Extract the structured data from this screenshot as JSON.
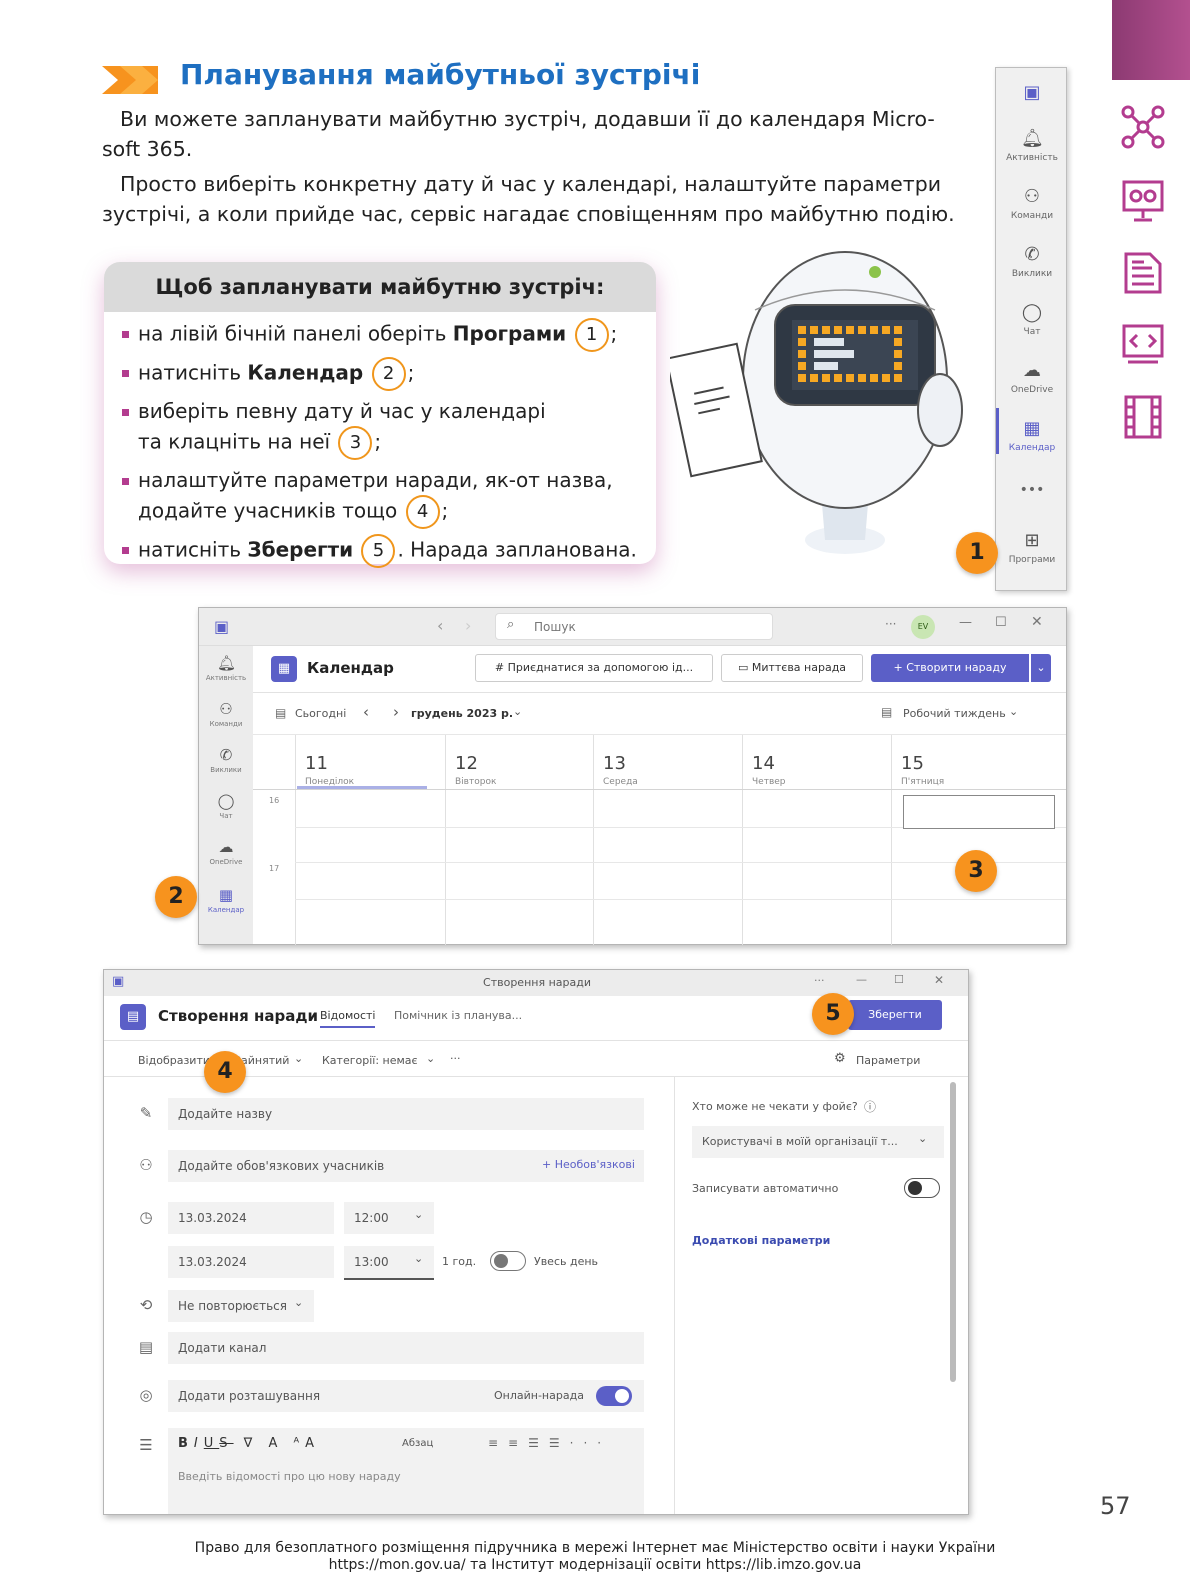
{
  "section": {
    "title": "Планування майбутньої зустрічі",
    "para1": "Ви можете запланувати майбутню зустріч, додавши її до календаря Micro-soft 365.",
    "para1_line1": "Ви можете запланувати майбутню зустріч, додавши її до календаря Micro-",
    "para1_line2": "soft 365.",
    "para2_line1": "Просто виберіть конкретну дату й час у календарі, налаштуйте параметри",
    "para2_line2": "зустрічі, а коли прийде час, сервіс нагадає сповіщенням про майбутню подію."
  },
  "steps_box": {
    "heading": "Щоб запланувати майбутню зустріч:",
    "s1_pre": "на лівій бічній панелі оберіть ",
    "s1_bold": "Програми",
    "s1_num": "1",
    "s1_post": ";",
    "s2_pre": "натисніть ",
    "s2_bold": "Календар",
    "s2_num": "2",
    "s2_post": ";",
    "s3_l1": "виберіть певну дату й час у календарі",
    "s3_l2": "та клацніть на неї",
    "s3_num": "3",
    "s3_post": ";",
    "s4_l1": "налаштуйте параметри наради, як-от назва,",
    "s4_l2": "додайте учасників тощо",
    "s4_num": "4",
    "s4_post": ";",
    "s5_pre": "натисніть ",
    "s5_bold": "Зберегти",
    "s5_num": "5",
    "s5_post": ". Нарада запланована."
  },
  "badges": {
    "b1": "1",
    "b2": "2",
    "b3": "3",
    "b4": "4",
    "b5": "5"
  },
  "teams_strip": {
    "items": [
      {
        "label": "Активність",
        "icon": "bell-icon"
      },
      {
        "label": "Команди",
        "icon": "teams-icon"
      },
      {
        "label": "Виклики",
        "icon": "phone-icon"
      },
      {
        "label": "Чат",
        "icon": "chat-icon"
      },
      {
        "label": "OneDrive",
        "icon": "cloud-icon"
      },
      {
        "label": "Календар",
        "icon": "calendar-icon"
      },
      {
        "label": "•••",
        "icon": "more-icon"
      },
      {
        "label": "Програми",
        "icon": "apps-icon"
      }
    ]
  },
  "calendar_window": {
    "search_placeholder": "Пошук",
    "avatar": "EV",
    "title": "Календар",
    "join_button": "Приєднатися за допомогою ід...",
    "instant_button": "Миттєва нарада",
    "create_button": "Створити нараду",
    "today": "Сьогодні",
    "month": "грудень 2023 р.",
    "view": "Робочий тиждень",
    "rail": [
      "Активність",
      "Команди",
      "Виклики",
      "Чат",
      "OneDrive",
      "Календар"
    ],
    "days": [
      {
        "num": "11",
        "name": "Понеділок"
      },
      {
        "num": "12",
        "name": "Вівторок"
      },
      {
        "num": "13",
        "name": "Середа"
      },
      {
        "num": "14",
        "name": "Четвер"
      },
      {
        "num": "15",
        "name": "П'ятниця"
      }
    ],
    "hours": [
      "16",
      "17"
    ]
  },
  "meeting_window": {
    "window_title": "Створення наради",
    "header_title": "Створення наради",
    "tab_details": "Відомості",
    "tab_assistant": "Помічник із планува...",
    "save_button": "Зберегти",
    "show_as": "Відобразити як: Зайнятий",
    "category": "Категорії: немає",
    "settings": "Параметри",
    "title_placeholder": "Додайте назву",
    "attendees_placeholder": "Додайте обов'язкових учасників",
    "optional": "+ Необов'язкові",
    "start_date": "13.03.2024",
    "start_time": "12:00",
    "end_date": "13.03.2024",
    "end_time": "13:00",
    "duration": "1 год.",
    "all_day": "Увесь день",
    "repeat": "Не повторюється",
    "channel": "Додати канал",
    "location": "Додати розташування",
    "online": "Онлайн-нарада",
    "format_style": "Абзац",
    "body_placeholder": "Введіть відомості про цю нову нараду",
    "lobby_question": "Хто може не чекати у фойє?",
    "lobby_value": "Користувачі в моїй організації т...",
    "record_auto": "Записувати автоматично",
    "more_options": "Додаткові параметри"
  },
  "footer": {
    "line1": "Право для безоплатного розміщення підручника в мережі Інтернет має Міністерство освіти і науки України",
    "line2": "https://mon.gov.ua/ та Інститут модернізації освіти https://lib.imzo.gov.ua"
  },
  "page_number": "57",
  "colors": {
    "accent_blue": "#1e6fc1",
    "magenta": "#b33c8f",
    "orange": "#f7931e",
    "teams_purple": "#5b5fc7"
  }
}
